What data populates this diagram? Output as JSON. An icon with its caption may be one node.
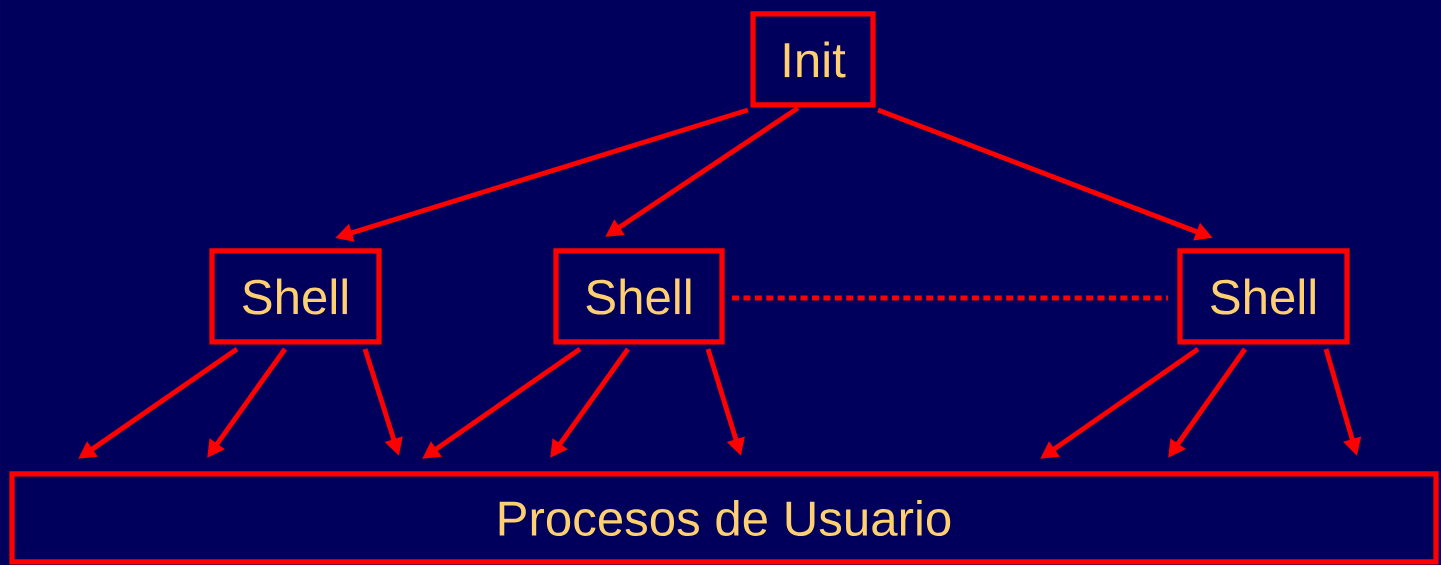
{
  "diagram": {
    "nodes": [
      {
        "text": [
          "Init"
        ]
      },
      {
        "text": [
          "Shell"
        ]
      },
      {
        "text": [
          "Shell"
        ]
      },
      {
        "text": [
          "Shell"
        ]
      },
      {
        "text": [
          "Procesos de Usuario"
        ]
      }
    ],
    "edges": [
      {
        "from": 0,
        "to": 1,
        "arrow": "to"
      },
      {
        "from": 0,
        "to": 2,
        "arrow": "to"
      },
      {
        "from": 0,
        "to": 3,
        "arrow": "to"
      },
      {
        "from": 2,
        "to": 3,
        "arrow": "none",
        "style": "dashed"
      },
      {
        "from": 1,
        "to": 4,
        "arrow": "to"
      },
      {
        "from": 1,
        "to": 4,
        "arrow": "to"
      },
      {
        "from": 1,
        "to": 4,
        "arrow": "to"
      },
      {
        "from": 2,
        "to": 4,
        "arrow": "to"
      },
      {
        "from": 2,
        "to": 4,
        "arrow": "to"
      },
      {
        "from": 2,
        "to": 4,
        "arrow": "to"
      },
      {
        "from": 3,
        "to": 4,
        "arrow": "to"
      },
      {
        "from": 3,
        "to": 4,
        "arrow": "to"
      },
      {
        "from": 3,
        "to": 4,
        "arrow": "to"
      }
    ]
  }
}
